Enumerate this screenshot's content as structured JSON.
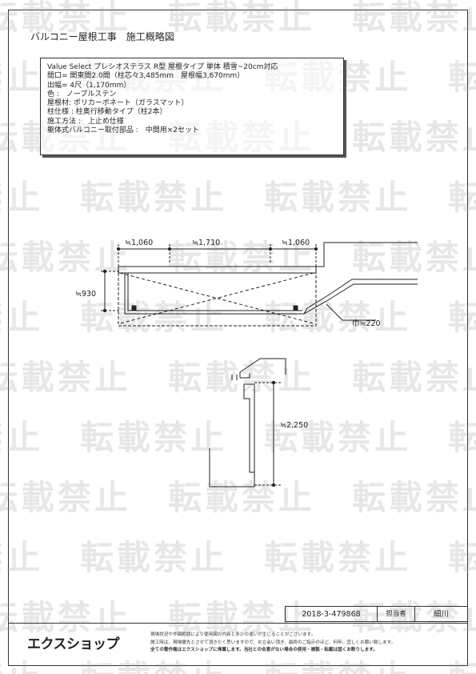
{
  "title": "バルコニー屋根工事　施工概略図",
  "spec": {
    "lines": [
      "Value Select プレシオステラス R型 屋根タイプ 単体 積雪~20cm対応",
      "間口= 関東間2.0間（柱芯々3,485mm　屋根幅3,670mm）",
      "出幅= 4尺（1,170mm）",
      "色 :　ノーブルステン",
      "屋根材: ポリカーボネート（ガラスマット）",
      "柱仕様 : 柱奥行移動タイプ（柱2本）",
      "施工方法 :　上止め仕様",
      "躯体式バルコニー取付部品 :　中間用×2セット"
    ]
  },
  "dimensions": {
    "left_span": "≒1,060",
    "center_span": "≒1,710",
    "right_span": "≒1,060",
    "height": "≒930",
    "width_label": "巾≒220",
    "elevation_height": "≒2,250"
  },
  "watermark": "転載禁止",
  "footer": {
    "code": "2018-3-479868",
    "role": "担当者",
    "name": "細川",
    "logo": "エクスショップ",
    "notice": [
      "現場状況や作図範囲により使用図の内容と多少の違いが生じることがございます。",
      "施工時は、現場優先とさせて頂きたく思いますので、お立会い頂き、最終のご指示のほど、何卒、宜しくお願い致します。",
      "全ての著作権はエクスショップに帰属します。当社との合意がない場合の使用・複製・転載は固くお断りします。"
    ]
  }
}
